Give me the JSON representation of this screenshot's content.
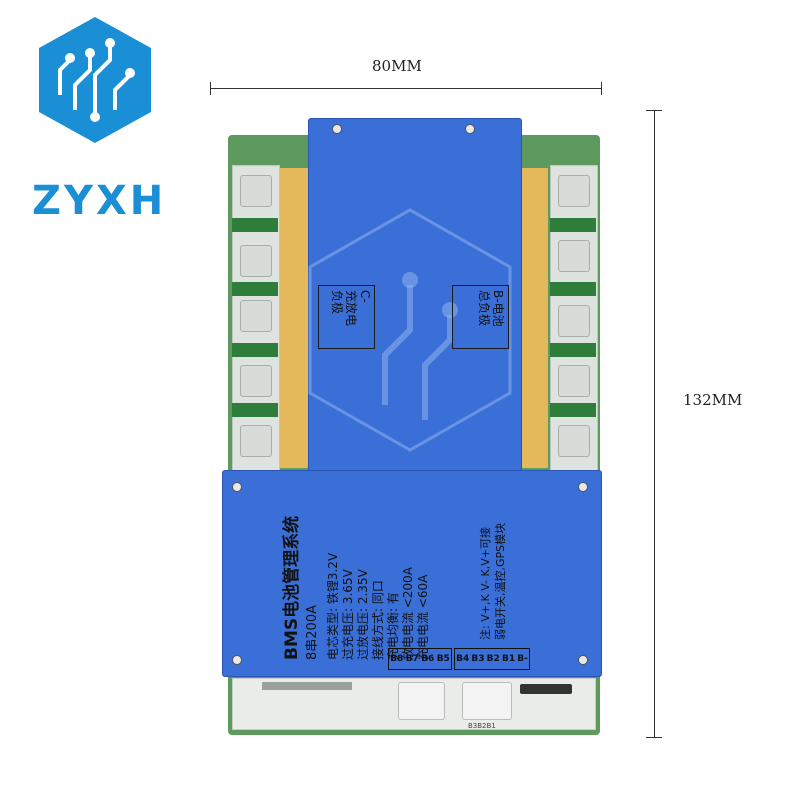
{
  "brand": {
    "name": "ZYXH",
    "accent": "#1b8fd6"
  },
  "dimensions": {
    "width_label": "80MM",
    "height_label": "132MM"
  },
  "board": {
    "left_label": "C-\n充放电\n负极",
    "right_label": "B-电池\n总负极",
    "title": "BMS电池管理系统",
    "spec_title": "8串200A",
    "specs": [
      "电芯类型: 铁锂3.2V",
      "过充电压: 3.65V",
      "过放电压: 2.35V",
      "接线方式: 同口",
      "充电均衡: 有",
      "放电电流 <200A",
      "充电电流 <60A"
    ],
    "notes": [
      "注: V+,K V- K,V+可接",
      "弱电开关,温控,GPS模块"
    ],
    "balance_left": [
      "B8",
      "B7",
      "B6",
      "B5"
    ],
    "balance_right": [
      "B4",
      "B3",
      "B2",
      "B1",
      "B-"
    ],
    "pcb_code": "B3B2B1"
  },
  "colors": {
    "cover_blue": "#3b6fd8",
    "pcb_green": "#5e9a5e",
    "copper": "#e3b95c"
  }
}
